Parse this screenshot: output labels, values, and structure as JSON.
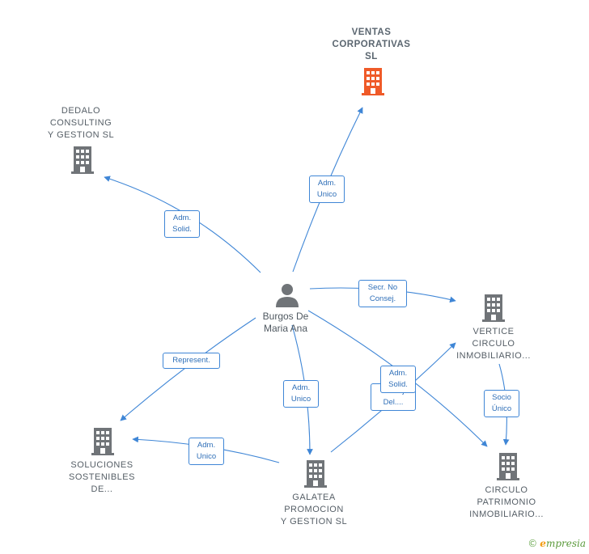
{
  "colors": {
    "edge": "#3f86d6",
    "company_icon": "#707478",
    "company_icon_highlight": "#ef5a28",
    "person_icon": "#707478"
  },
  "center": {
    "name_line1": "Burgos De",
    "name_line2": "Maria Ana"
  },
  "companies": {
    "ventas": {
      "lines": [
        "VENTAS",
        "CORPORATIVAS",
        "SL"
      ]
    },
    "dedalo": {
      "lines": [
        "DEDALO",
        "CONSULTING",
        "Y GESTION  SL"
      ]
    },
    "vertice": {
      "lines": [
        "VERTICE",
        "CIRCULO",
        "INMOBILIARIO..."
      ]
    },
    "circulo": {
      "lines": [
        "CIRCULO",
        "PATRIMONIO",
        "INMOBILIARIO..."
      ]
    },
    "soluciones": {
      "lines": [
        "SOLUCIONES",
        "SOSTENIBLES",
        "DE..."
      ]
    },
    "galatea": {
      "lines": [
        "GALATEA",
        "PROMOCION",
        "Y GESTION  SL"
      ]
    }
  },
  "edges": {
    "ventas": {
      "line1": "Adm.",
      "line2": "Unico"
    },
    "dedalo": {
      "line1": "Adm.",
      "line2": "Solid."
    },
    "vertice": {
      "line1": "Secr.  No",
      "line2": "Consej."
    },
    "soluciones_person": {
      "line1": "Represent."
    },
    "galatea": {
      "line1": "Adm.",
      "line2": "Unico"
    },
    "galatea_soluciones": {
      "line1": "Adm.",
      "line2": "Unico"
    },
    "galatea_vertice": {
      "line1": "Consej.",
      "line2": "Del...."
    },
    "circulo_person": {
      "line1": "Adm.",
      "line2": "Solid."
    },
    "vertice_circulo": {
      "line1": "Socio",
      "line2": "Único"
    }
  },
  "footer": {
    "copyright": "©",
    "brand_e": "e",
    "brand_rest": "mpresia"
  }
}
